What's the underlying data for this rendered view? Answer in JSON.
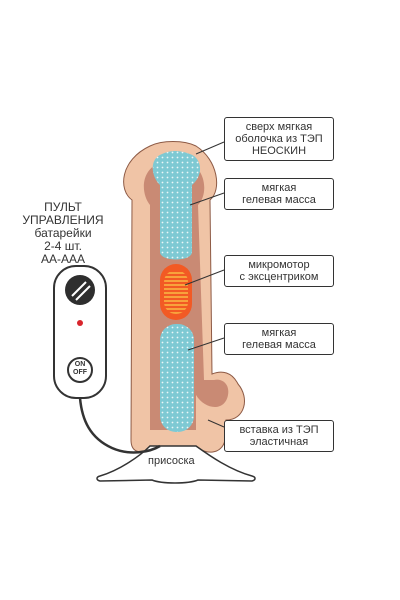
{
  "remote": {
    "title_line1": "ПУЛЬТ",
    "title_line2": "УПРАВЛЕНИЯ",
    "battery_line1": "батарейки",
    "battery_line2": "2-4 шт.",
    "battery_line3": "AA-AAA",
    "button_on": "ON",
    "button_off": "OFF"
  },
  "callouts": {
    "shell_line1": "сверх мягкая",
    "shell_line2": "оболочка из ТЭП",
    "shell_line3": "НЕОСКИН",
    "gel_top_line1": "мягкая",
    "gel_top_line2": "гелевая масса",
    "motor_line1": "микромотор",
    "motor_line2": "с эксцентриком",
    "gel_bottom_line1": "мягкая",
    "gel_bottom_line2": "гелевая масса",
    "insert_line1": "вставка из ТЭП",
    "insert_line2": "эластичная"
  },
  "base_label": "присоска",
  "colors": {
    "outer_shell": "#f0c4a6",
    "inner_shell": "#c98a74",
    "gel": "#7ec9d3",
    "gel_dots": "#ffffff",
    "motor": "#f25a24",
    "motor_stripes": "#f8a23c",
    "outline": "#333333"
  }
}
